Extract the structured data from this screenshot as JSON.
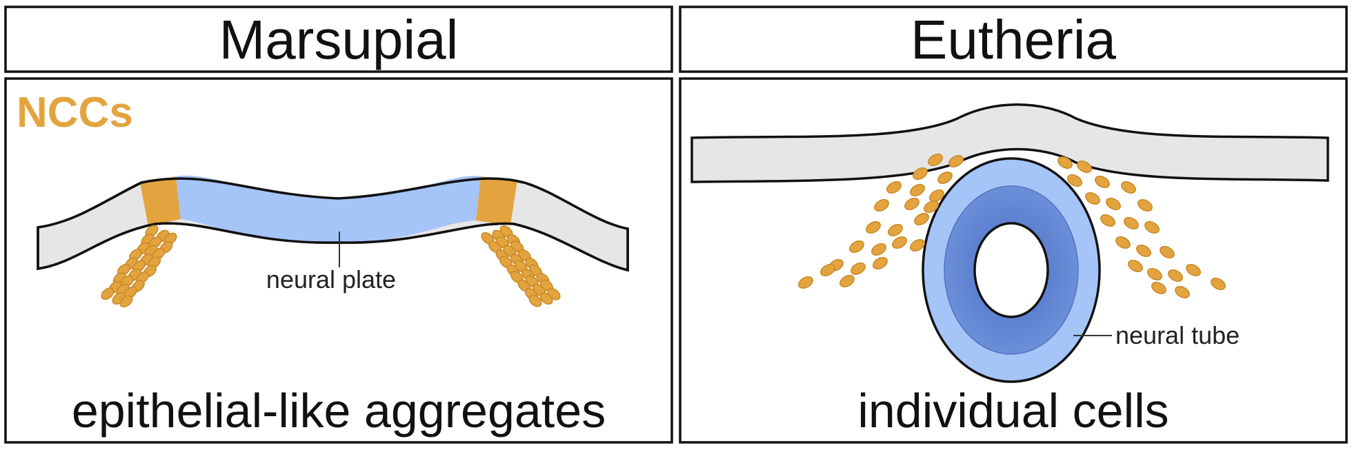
{
  "panels": [
    {
      "header": "Marsupial",
      "caption": "epithelial-like aggregates",
      "structure_label": "neural plate"
    },
    {
      "header": "Eutheria",
      "caption": "individual cells",
      "structure_label": "neural tube"
    }
  ],
  "ncc_label": "NCCs",
  "colors": {
    "ncc": "#e3a43f",
    "neural_light": "#a5c4f7",
    "neural_dark": "#5d82d2",
    "ectoderm": "#e6e6e6",
    "outline": "#111111"
  }
}
